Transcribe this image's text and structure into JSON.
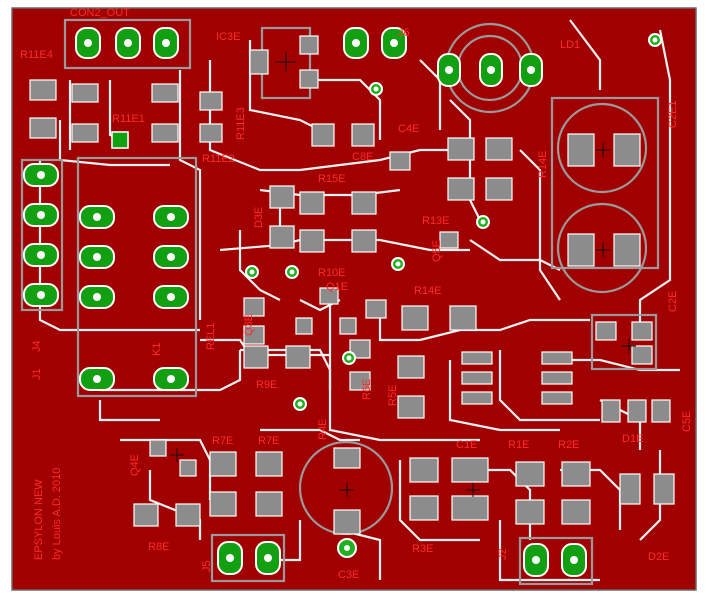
{
  "board": {
    "copper_color": "#a00000",
    "silk_color": "#ff2a2a",
    "pad_color": "#12a012",
    "smd_color": "#8c8c8c",
    "credit_line1": "EPSYLON NEW",
    "credit_line2": "by Louis A.D. 2010"
  },
  "labels": {
    "con2_out": "CON2_OUT",
    "r11e4": "R11E4",
    "r11e1": "R11E1",
    "r11e3": "R11E3",
    "r11e2": "R11E2",
    "ic3e": "IC3E",
    "j6": "J6",
    "ld1": "LD1",
    "c4e": "C4E",
    "c2e1": "C2E1",
    "c8e": "C8E",
    "r14e": "R14E",
    "r13e": "R13E",
    "r15e": "R15E",
    "d3e": "D3E",
    "r10e": "R10E",
    "q5e": "Q5E",
    "q1e": "Q1E",
    "r12e": "R12E",
    "q3e": "Q3E",
    "c2e": "C2E",
    "rel1": "REL1",
    "k1": "K1",
    "j4": "J4",
    "j1": "J1",
    "r9e": "R9E",
    "r6e": "R6E",
    "r5e": "R5E",
    "r4e": "R4E",
    "c5e": "C5E",
    "d1e": "D1E",
    "r7e": "R7E",
    "r7e2": "R7E",
    "q4e": "Q4E",
    "c1e": "C1E",
    "r1e": "R1E",
    "r2e": "R2E",
    "r8e": "R8E",
    "j5": "J5",
    "c3e": "C3E",
    "r3e": "R3E",
    "j2": "J2",
    "d2e": "D2E"
  }
}
